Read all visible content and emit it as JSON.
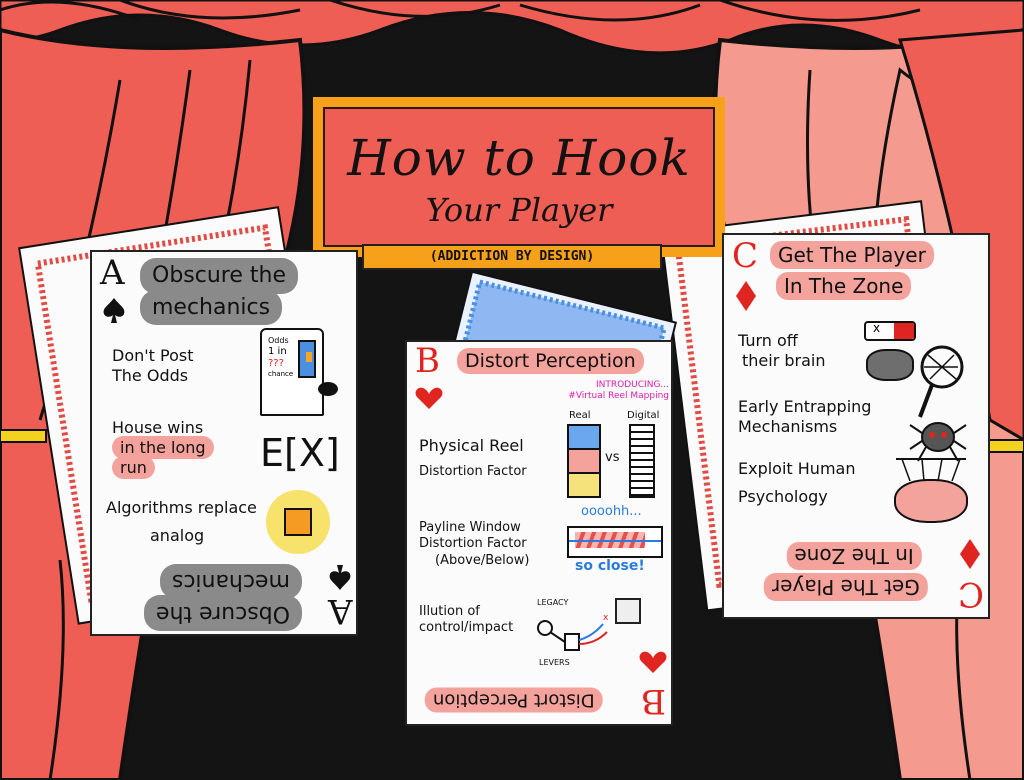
{
  "title": {
    "main": "How to Hook",
    "sub": "Your Player",
    "ribbon": "(ADDICTION BY DESIGN)"
  },
  "card_a": {
    "rank": "A",
    "suit": "spade",
    "heading_line1": "Obscure the",
    "heading_line2": "mechanics",
    "items": [
      {
        "line1": "Don't Post",
        "line2": "The Odds"
      },
      {
        "line1": "House wins",
        "line2": "in the long",
        "line3": "run"
      },
      {
        "line1": "Algorithms replace",
        "line2": "analog"
      }
    ],
    "ex_label": "E[X]",
    "odds_label": "Odds",
    "odds_one_in": "1 in",
    "odds_qmarks": "???",
    "odds_chance": "chance",
    "footer_line1": "Obscure the",
    "footer_line2": "mechanics",
    "footer_rank": "A"
  },
  "card_b": {
    "rank": "B",
    "suit": "heart",
    "heading": "Distort Perception",
    "intro_line1": "INTRODUCING...",
    "intro_line2": "#Virtual Reel Mapping",
    "real_label": "Real",
    "digital_label": "Digital",
    "vs_label": "vs",
    "items": [
      {
        "line1": "Physical Reel",
        "line2": "Distortion Factor"
      },
      {
        "line1": "Payline Window",
        "line2": "Distortion Factor",
        "line3": "(Above/Below)"
      },
      {
        "line1": "Illution of",
        "line2": "control/impact"
      }
    ],
    "oooh": "oooohh...",
    "so_close": "so close!",
    "legacy": "LEGACY",
    "levers": "LEVERS",
    "footer": "Distort Perception",
    "footer_rank": "B"
  },
  "card_c": {
    "rank": "C",
    "suit": "diamond",
    "heading_line1": "Get The Player",
    "heading_line2": "In The Zone",
    "items": [
      {
        "line1": "Turn off",
        "line2": "their brain"
      },
      {
        "line1": "Early Entrapping",
        "line2": "Mechanisms"
      },
      {
        "line1": "Exploit Human",
        "line2": "Psychology"
      }
    ],
    "toggle_x": "x",
    "footer_line1": "Get The Player",
    "footer_line2": "In The Zone",
    "footer_rank": "C"
  },
  "colors": {
    "curtain": "#ef5e54",
    "curtain_light": "#f49a8e",
    "title_board": "#ef5e54",
    "frame_orange": "#f7a11a",
    "highlight_pink": "#f4a29c",
    "suit_red": "#e0241f",
    "heading_grey": "#8a8a8a",
    "blue": "#4a8fe0",
    "yellow": "#f6e27a",
    "tieback": "#f2d21e"
  }
}
